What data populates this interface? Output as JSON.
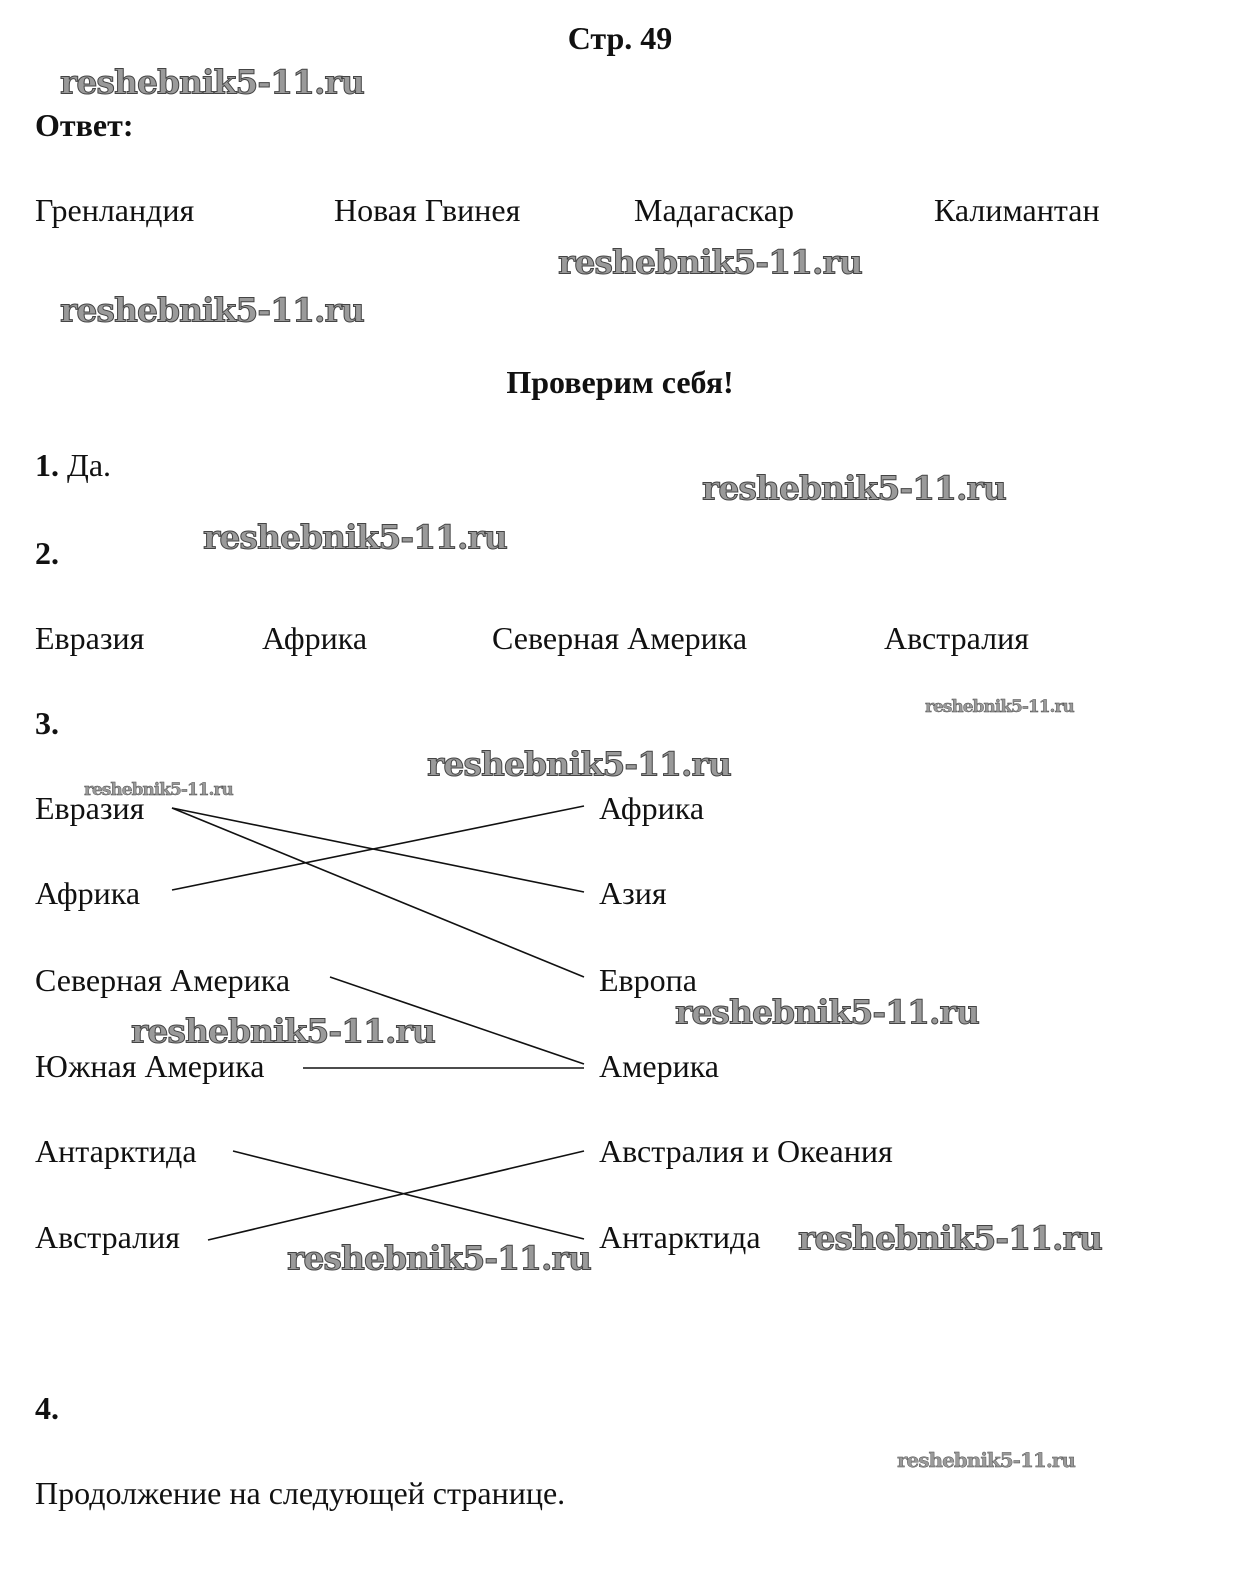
{
  "page_label": "Стр. 49",
  "answer_label": "Ответ:",
  "islands": [
    "Гренландия",
    "Новая Гвинея",
    "Мадагаскар",
    "Калимантан"
  ],
  "section_title": "Проверим себя!",
  "q1": {
    "num": "1.",
    "text": "Да."
  },
  "q2": {
    "num": "2.",
    "items": [
      "Евразия",
      "Африка",
      "Северная Америка",
      "Австралия"
    ]
  },
  "q3": {
    "num": "3.",
    "left": [
      "Евразия",
      "Африка",
      "Северная Америка",
      "Южная Америка",
      "Антарктида",
      "Австралия"
    ],
    "right": [
      "Африка",
      "Азия",
      "Европа",
      "Америка",
      "Австралия и Океания",
      "Антарктида"
    ],
    "matches": [
      [
        "Евразия",
        "Азия"
      ],
      [
        "Евразия",
        "Европа"
      ],
      [
        "Африка",
        "Африка"
      ],
      [
        "Северная Америка",
        "Америка"
      ],
      [
        "Южная Америка",
        "Америка"
      ],
      [
        "Антарктида",
        "Антарктида"
      ],
      [
        "Австралия",
        "Австралия и Океания"
      ]
    ]
  },
  "q4": {
    "num": "4."
  },
  "continuation": "Продолжение на следующей странице.",
  "watermark": "reshebnik5-11.ru"
}
